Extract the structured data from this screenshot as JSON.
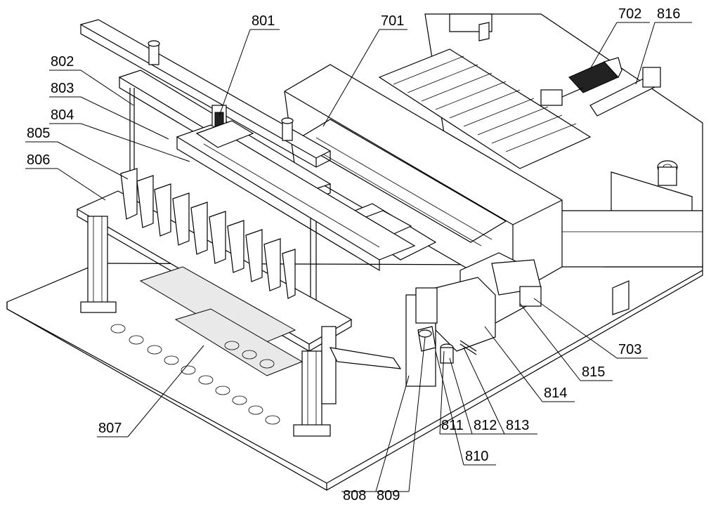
{
  "labels": {
    "l801": "801",
    "l701": "701",
    "l702": "702",
    "l816": "816",
    "l802": "802",
    "l803": "803",
    "l804": "804",
    "l805": "805",
    "l806": "806",
    "l703": "703",
    "l815": "815",
    "l814": "814",
    "l813": "813",
    "l812": "812",
    "l811": "811",
    "l810": "810",
    "l807": "807",
    "l808": "808",
    "l809": "809"
  }
}
